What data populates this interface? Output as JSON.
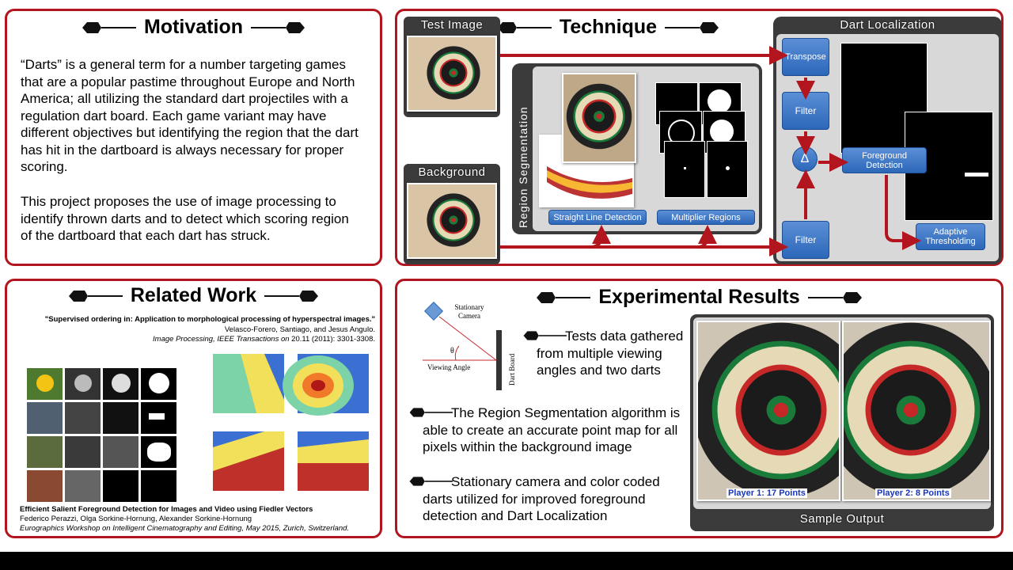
{
  "motivation": {
    "title": "Motivation",
    "para1": "“Darts” is a general term for a number targeting games that are a popular pastime throughout Europe and North America; all utilizing the standard dart projectiles with a regulation dart board. Each game variant may have different objectives but identifying the region that the dart has hit in the dartboard is always necessary for proper scoring.",
    "para2": "This project proposes the use of image processing to identify thrown darts and to detect which scoring region of the dartboard that each dart has struck."
  },
  "technique": {
    "title": "Technique",
    "test_image_label": "Test Image",
    "background_label": "Background",
    "region_segmentation_label": "Region Segmentation",
    "straight_line_detection": "Straight Line Detection",
    "multiplier_regions": "Multiplier Regions",
    "dart_localization_label": "Dart Localization",
    "transpose": "Transpose",
    "filter_top": "Filter",
    "filter_bottom": "Filter",
    "delta": "Δ",
    "foreground_detection": "Foreground Detection",
    "adaptive_thresholding": "Adaptive Thresholding"
  },
  "related": {
    "title": "Related Work",
    "ref1_title": "\"Supervised ordering in: Application to morphological processing of hyperspectral images.\"",
    "ref1_authors": "Velasco-Forero, Santiago, and Jesus Angulo.",
    "ref1_journal": "Image Processing, IEEE Transactions on",
    "ref1_rest": " 20.11 (2011): 3301-3308.",
    "ref2_title": "Efficient Salient Foreground Detection for Images and Video using Fiedler Vectors",
    "ref2_authors": "Federico Perazzi, Olga Sorkine-Hornung, Alexander Sorkine-Hornung",
    "ref2_venue": "Eurographics Workshop on Intelligent Cinematography and Editing, May 2015, Zurich, Switzerland."
  },
  "results": {
    "title": "Experimental Results",
    "diagram_camera": "Stationary Camera",
    "diagram_theta": "θ",
    "diagram_viewing_angle": "Viewing Angle",
    "diagram_dart_board": "Dart Board",
    "bullet1": "Tests data gathered from multiple viewing angles and two darts",
    "bullet2": "The Region Segmentation algorithm is able to create an accurate point map for all pixels within the background image",
    "bullet3": "Stationary camera and color coded darts utilized for improved foreground detection and Dart Localization",
    "player1": "Player 1: 17 Points",
    "player2": "Player 2: 8 Points",
    "sample_output": "Sample Output"
  },
  "colors": {
    "accent_red": "#b2151d",
    "button_blue": "#2d67b9"
  }
}
